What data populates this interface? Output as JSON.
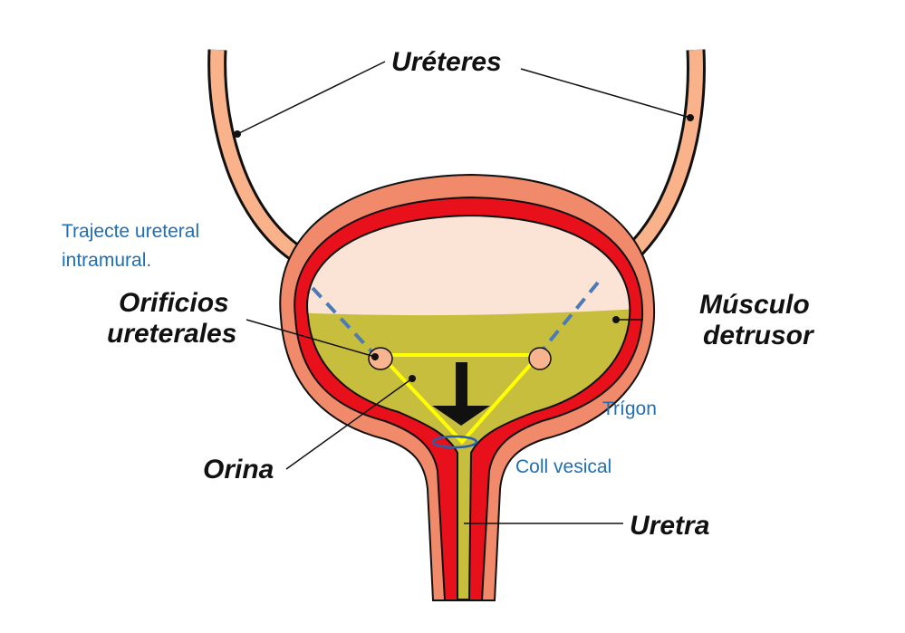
{
  "labels": {
    "ureteres": "Uréteres",
    "trajecte_line1": "Trajecte ureteral",
    "trajecte_line2": "intramural.",
    "orificios_line1": "Orificios",
    "orificios_line2": "ureterales",
    "musculo_line1": "Músculo",
    "musculo_line2": "detrusor",
    "trigon": "Trígon",
    "orina": "Orina",
    "coll_vesical": "Coll vesical",
    "uretra": "Uretra"
  },
  "colors": {
    "outer_wall": "#f08a6a",
    "ureter": "#f9b28a",
    "muscle": "#e8101a",
    "urine": "#c8be3e",
    "empty_space": "#fbe3d6",
    "trigone": "#ffff00",
    "dashed_tract": "#4a7ab8",
    "blue_text": "#1f6fb5",
    "black_text": "#111111"
  }
}
